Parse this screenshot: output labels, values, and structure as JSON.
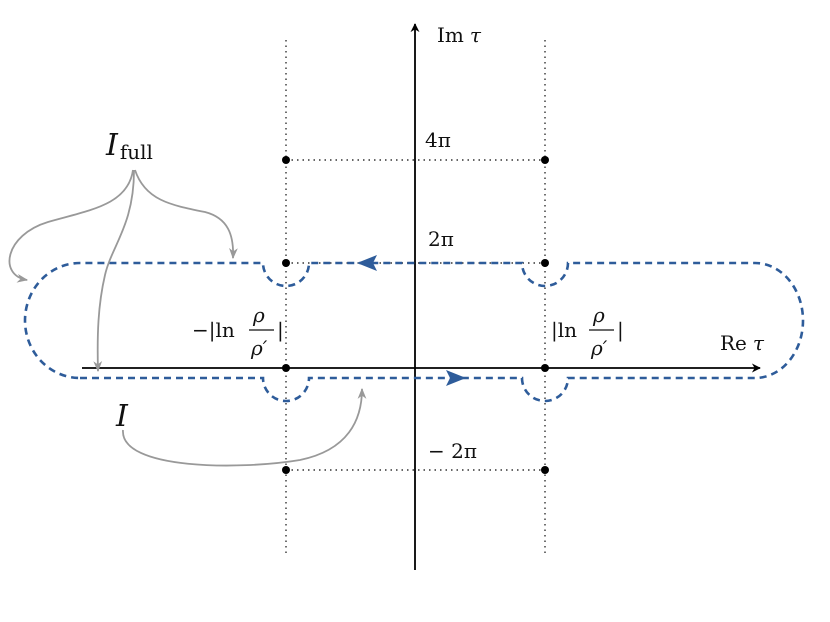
{
  "axes": {
    "real_label": {
      "prefix": "Re",
      "var": "τ"
    },
    "imag_label": {
      "prefix": "Im",
      "var": "τ"
    }
  },
  "tick_labels": {
    "four_pi": "4π",
    "two_pi": "2π",
    "minus_two_pi": "− 2π"
  },
  "branch_points": {
    "left": {
      "prefix": "−|ln",
      "num": "ρ",
      "den": "ρ′",
      "suffix": "|"
    },
    "right": {
      "prefix": "|ln",
      "num": "ρ",
      "den": "ρ′",
      "suffix": "|"
    }
  },
  "contours": {
    "full": {
      "main": "I",
      "sub": "full"
    },
    "half": {
      "main": "I"
    }
  },
  "colors": {
    "contour": "#2e5c9a",
    "annotation_arrow": "#999999",
    "axis": "#000000",
    "guide": "#333333"
  }
}
